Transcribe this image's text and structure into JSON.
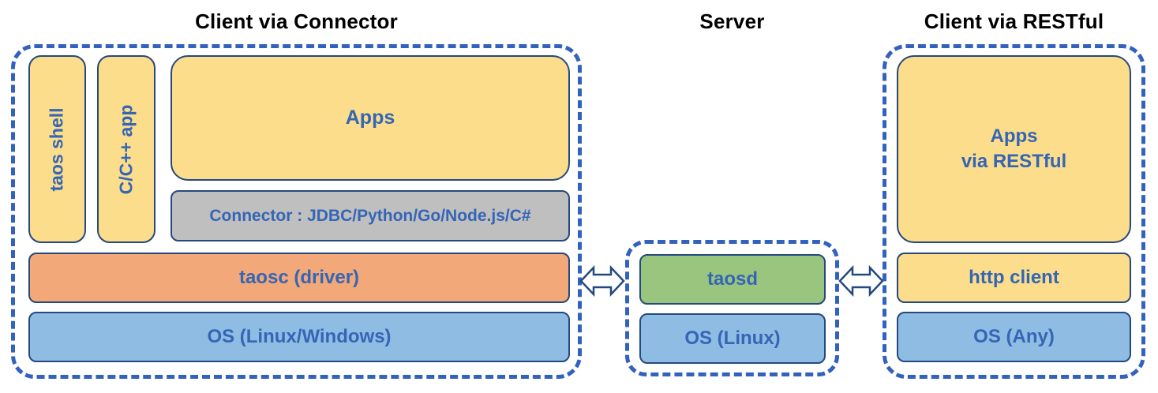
{
  "diagram": {
    "titles": {
      "client_connector": "Client via Connector",
      "server": "Server",
      "client_restful": "Client via RESTful"
    },
    "client_connector": {
      "taos_shell": "taos shell",
      "cpp_app": "C/C++ app",
      "apps": "Apps",
      "connector": "Connector : JDBC/Python/Go/Node.js/C#",
      "taosc": "taosc (driver)",
      "os": "OS (Linux/Windows)"
    },
    "server": {
      "taosd": "taosd",
      "os": "OS (Linux)"
    },
    "client_restful": {
      "apps_line1": "Apps",
      "apps_line2": "via RESTful",
      "http_client": "http client",
      "os": "OS (Any)"
    },
    "colors": {
      "yellow_box": "#FBDD8B",
      "orange_box": "#F2A878",
      "blue_box": "#8FBCE3",
      "green_box": "#9AC57E",
      "gray_box": "#BFBFBF",
      "box_border": "#25497E",
      "dashed_border": "#3262BE",
      "label_text": "#3565B5",
      "title_text": "#000000"
    }
  }
}
